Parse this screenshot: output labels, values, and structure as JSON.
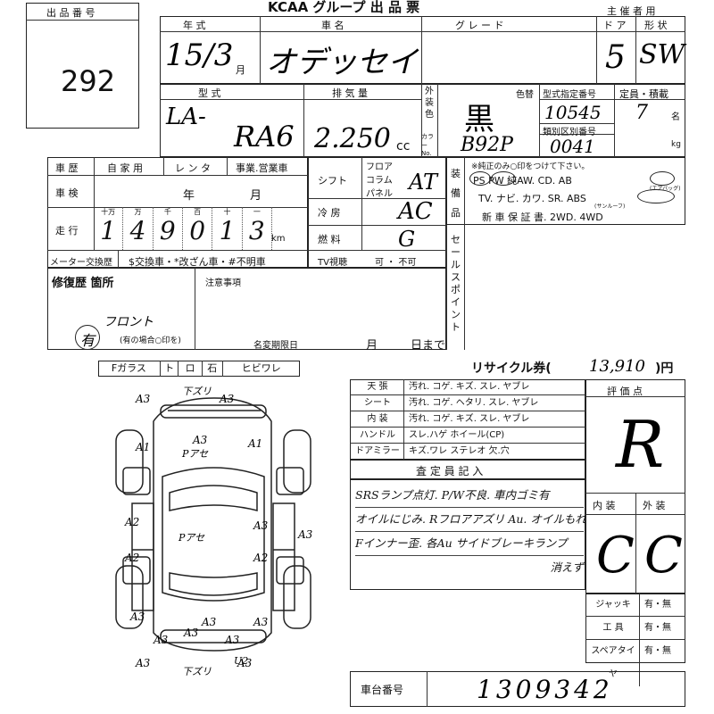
{
  "header": {
    "lot_label": "出 品 番 号",
    "lot_number": "292",
    "org_title": "KCAA グループ 出 品 票",
    "host_label": "主 催 者 用"
  },
  "row1": {
    "year_label": "年 式",
    "car_label": "車 名",
    "grade_label": "グ レ ー ド",
    "doors_label": "ド ア",
    "shape_label": "形 状",
    "year_value": "15/3",
    "year_unit": "月",
    "car_value": "オデッセイ",
    "doors_value": "5",
    "shape_value": "SW"
  },
  "row2": {
    "model_label": "型 式",
    "displacement_label": "排 気 量",
    "model_prefix": "LA-",
    "model_value": "RA6",
    "displacement_value": "2.250",
    "displacement_unit": "cc",
    "exterior_color_label": "外装色",
    "color_label": "カラーNo.",
    "color_change_label": "色替",
    "color_value": "黒",
    "color_no": "B92P",
    "type_designation_label": "型式指定番号",
    "category_label": "類別区別番号",
    "type_designation_value": "10545",
    "category_value": "0041",
    "capacity_label": "定員・積載",
    "capacity_value": "7",
    "capacity_unit": "名",
    "load_unit": "kg"
  },
  "history": {
    "history_label": "車 歴",
    "private": "自 家 用",
    "rental": "レ ン タ",
    "business": "事業.営業車",
    "inspection_label": "車 検",
    "inspection_year": "年",
    "inspection_month": "月",
    "mileage_label": "走 行",
    "mileage_units": [
      "十万",
      "万",
      "千",
      "百",
      "十",
      "一"
    ],
    "mileage_digits": [
      "1",
      "4",
      "9",
      "0",
      "1",
      "3"
    ],
    "mileage_unit": "km",
    "meter_label": "メーター交換歴",
    "meter_options": "$交換車・*改ざん車・#不明車"
  },
  "equipment": {
    "shift_label": "シフト",
    "shift_options": [
      "フロア",
      "コラム",
      "パネル"
    ],
    "shift_value": "AT",
    "cooling_label": "冷 房",
    "cooling_value": "AC",
    "fuel_label": "燃 料",
    "fuel_value": "G",
    "tv_label": "TV視聴",
    "tv_options": "可 ・ 不可",
    "equip_label": "装 備 品",
    "equip_note": "※純正のみ○印をつけて下さい。",
    "equip_line1": "PS PW 純AW. CD. AB",
    "equip_line2": "TV. ナビ. カワ. SR. ABS",
    "equip_line3": "新 車 保 証 書. 2WD. 4WD",
    "sunroof_note": "(サンルーフ)",
    "airbag_note": "(エアバッグ)",
    "sales_point_label": "セールスポイント"
  },
  "repair": {
    "repair_label": "修復歴 箇所",
    "repair_written": "フロント",
    "repair_mark": "有",
    "repair_note": "(有の場合○印を)",
    "caution_label": "注意事項",
    "name_change_label": "名変期限日",
    "month": "月",
    "until": "日まで"
  },
  "glass": {
    "items": [
      "Fガラス",
      "ト",
      "ロ",
      "石",
      "ヒビワレ"
    ]
  },
  "diagram": {
    "marks": [
      "A3",
      "A3",
      "A1",
      "A1",
      "A3",
      "A2",
      "A3",
      "A2",
      "A2",
      "A3",
      "A3",
      "A3",
      "A3",
      "A3",
      "A3",
      "A3",
      "A3",
      "A3"
    ],
    "notes": [
      "下ズリ",
      "Pアセ",
      "Pアセ",
      "下ズリ",
      "U2"
    ]
  },
  "recycle": {
    "label": "リサイクル券(",
    "value": "13,910",
    "unit": ")円"
  },
  "interior_table": {
    "rows": [
      {
        "label": "天 張",
        "options": "汚れ. コゲ. キズ. スレ. ヤブレ"
      },
      {
        "label": "シート",
        "options": "汚れ. コゲ. ヘタリ. スレ. ヤブレ"
      },
      {
        "label": "内 装",
        "options": "汚れ. コゲ. キズ. スレ. ヤブレ"
      },
      {
        "label": "ハンドル",
        "options": "スレ.ハゲ ホイール(CP)"
      },
      {
        "label": "ドアミラー",
        "options": "キズ.ワレ ステレオ 欠.穴"
      }
    ],
    "inspector_label": "査 定 員 記 入"
  },
  "inspector_notes": [
    "SRSランプ点灯. P/W不良. 車内ゴミ有",
    "オイルにじみ. Rフロアアズリ Au. オイルもれ",
    "Fインナー歪. 各Au サイドブレーキランプ",
    "消えず"
  ],
  "evaluation": {
    "label": "評 価 点",
    "score": "R",
    "interior_label": "内 装",
    "exterior_label": "外 装",
    "interior_value": "C",
    "exterior_value": "C"
  },
  "accessories": [
    {
      "label": "ジャッキ",
      "value": "有・無"
    },
    {
      "label": "工 具",
      "value": "有・無"
    },
    {
      "label": "スペアタイヤ",
      "value": "有・無"
    }
  ],
  "chassis": {
    "label": "車台番号",
    "value": "1309342"
  }
}
